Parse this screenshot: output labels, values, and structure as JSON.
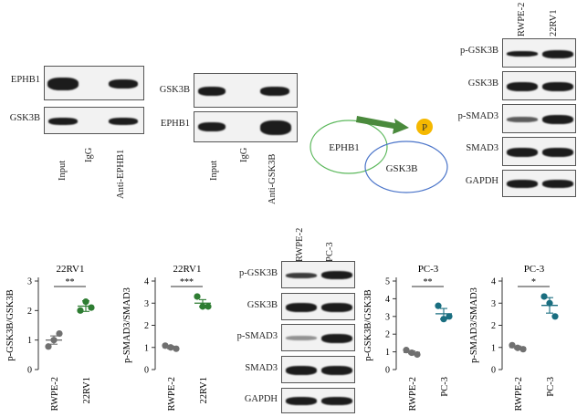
{
  "coip1": {
    "row_labels": [
      "EPHB1",
      "GSK3B"
    ],
    "lane_labels": [
      "Input",
      "IgG",
      "Anti-EPHB1"
    ]
  },
  "coip2": {
    "row_labels": [
      "GSK3B",
      "EPHB1"
    ],
    "lane_labels": [
      "Input",
      "IgG",
      "Anti-GSK3B"
    ]
  },
  "schematic": {
    "node1": "EPHB1",
    "node2": "GSK3B",
    "phospho": "P",
    "colors": {
      "node1": "#5cb85c",
      "node2": "#4a74c9",
      "arrow": "#4a8a3c",
      "phospho": "#f5b800"
    }
  },
  "wb_22rv1": {
    "lane_labels": [
      "RWPE-2",
      "22RV1"
    ],
    "row_labels": [
      "p-GSK3B",
      "GSK3B",
      "p-SMAD3",
      "SMAD3",
      "GAPDH"
    ]
  },
  "wb_pc3": {
    "lane_labels": [
      "RWPE-2",
      "PC-3"
    ],
    "row_labels": [
      "p-GSK3B",
      "GSK3B",
      "p-SMAD3",
      "SMAD3",
      "GAPDH"
    ]
  },
  "chart_data": [
    {
      "type": "scatter",
      "title": "22RV1",
      "ylabel": "p-GSK3B/GSK3B",
      "categories": [
        "RWPE-2",
        "22RV1"
      ],
      "ylim": [
        0,
        3
      ],
      "yticks": [
        0,
        1,
        2,
        3
      ],
      "points": [
        [
          0.78,
          1.0,
          1.22
        ],
        [
          2.0,
          2.3,
          2.1
        ]
      ],
      "means": [
        1.0,
        2.15
      ],
      "sem": [
        0.14,
        0.18
      ],
      "significance": "**",
      "colors": [
        "#707070",
        "#2e7d32"
      ]
    },
    {
      "type": "scatter",
      "title": "22RV1",
      "ylabel": "p-SMAD3/SMAD3",
      "categories": [
        "RWPE-2",
        "22RV1"
      ],
      "ylim": [
        0,
        4
      ],
      "yticks": [
        0,
        1,
        2,
        3,
        4
      ],
      "points": [
        [
          1.08,
          1.0,
          0.94
        ],
        [
          3.3,
          2.85,
          2.85
        ]
      ],
      "means": [
        1.0,
        3.0
      ],
      "sem": [
        0.06,
        0.16
      ],
      "significance": "***",
      "colors": [
        "#707070",
        "#2e7d32"
      ]
    },
    {
      "type": "scatter",
      "title": "PC-3",
      "ylabel": "p-GSK3B/GSK3B",
      "categories": [
        "RWPE-2",
        "PC-3"
      ],
      "ylim": [
        0,
        5
      ],
      "yticks": [
        0,
        1,
        2,
        3,
        4,
        5
      ],
      "points": [
        [
          1.1,
          0.95,
          0.85
        ],
        [
          3.6,
          2.85,
          3.0
        ]
      ],
      "means": [
        0.97,
        3.15
      ],
      "sem": [
        0.08,
        0.3
      ],
      "significance": "**",
      "colors": [
        "#707070",
        "#1a6e80"
      ]
    },
    {
      "type": "scatter",
      "title": "PC-3",
      "ylabel": "p-SMAD3/SMAD3",
      "categories": [
        "RWPE-2",
        "PC-3"
      ],
      "ylim": [
        0,
        4
      ],
      "yticks": [
        0,
        1,
        2,
        3,
        4
      ],
      "points": [
        [
          1.1,
          0.98,
          0.92
        ],
        [
          3.3,
          3.0,
          2.4
        ]
      ],
      "means": [
        1.0,
        2.9
      ],
      "sem": [
        0.06,
        0.35
      ],
      "significance": "*",
      "colors": [
        "#707070",
        "#1a6e80"
      ]
    }
  ]
}
